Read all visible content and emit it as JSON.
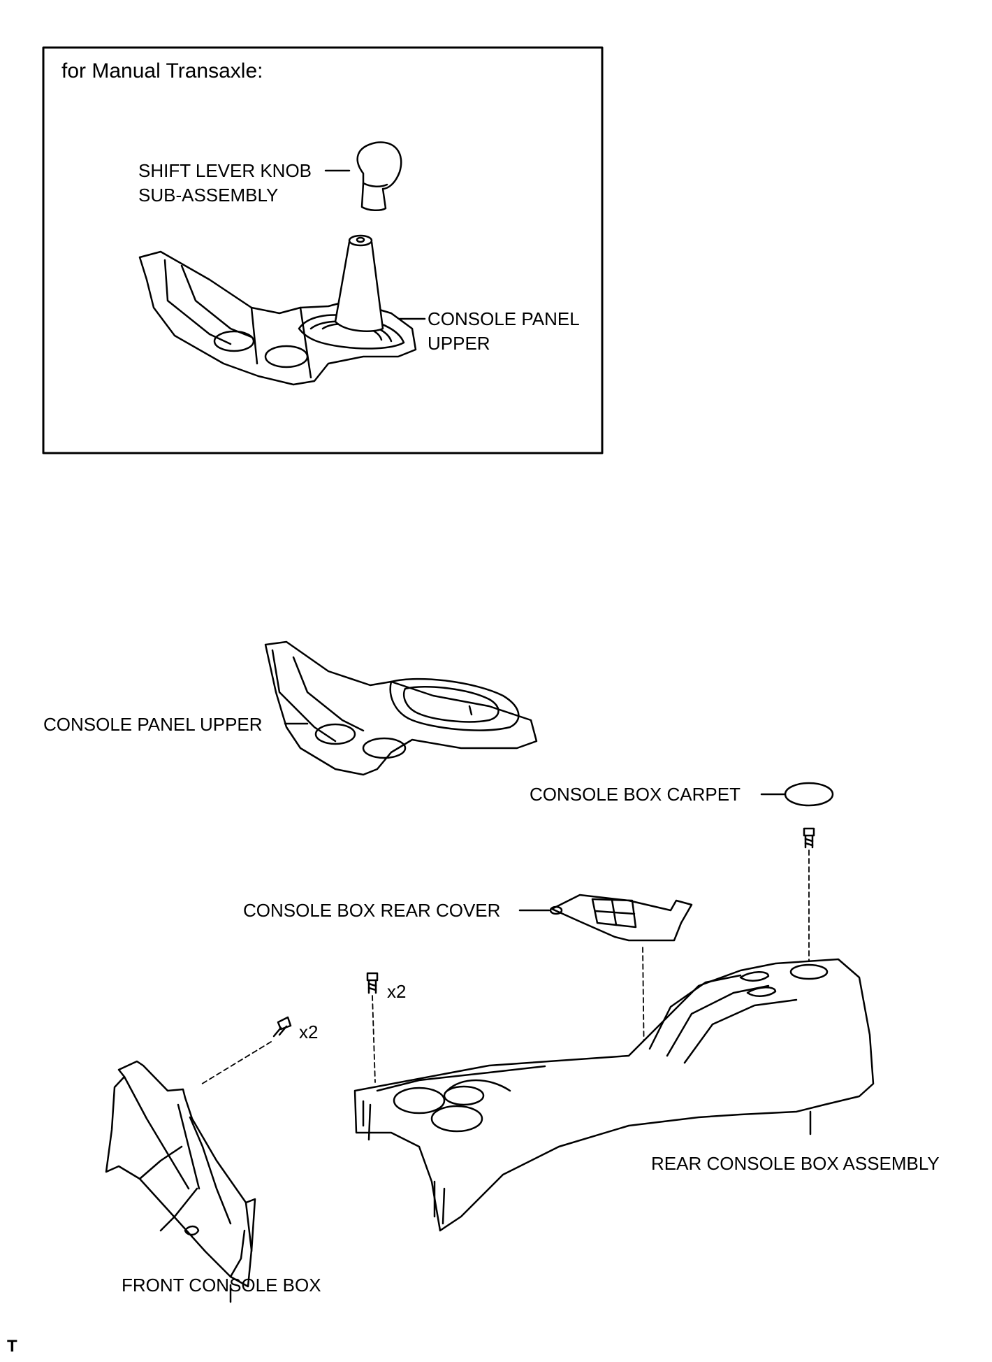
{
  "inset": {
    "title": "for Manual Transaxle:",
    "labels": {
      "shift_knob_1": "SHIFT LEVER KNOB",
      "shift_knob_2": "SUB-ASSEMBLY",
      "panel_upper_1": "CONSOLE PANEL",
      "panel_upper_2": "UPPER"
    }
  },
  "main": {
    "labels": {
      "console_panel_upper": "CONSOLE PANEL UPPER",
      "console_box_carpet": "CONSOLE BOX CARPET",
      "console_box_rear_cover": "CONSOLE BOX REAR COVER",
      "bolt_qty_rear": "x2",
      "bolt_qty_front": "x2",
      "rear_console_box_assembly": "REAR CONSOLE BOX ASSEMBLY",
      "front_console_box": "FRONT CONSOLE BOX"
    }
  },
  "corner_mark": "T"
}
